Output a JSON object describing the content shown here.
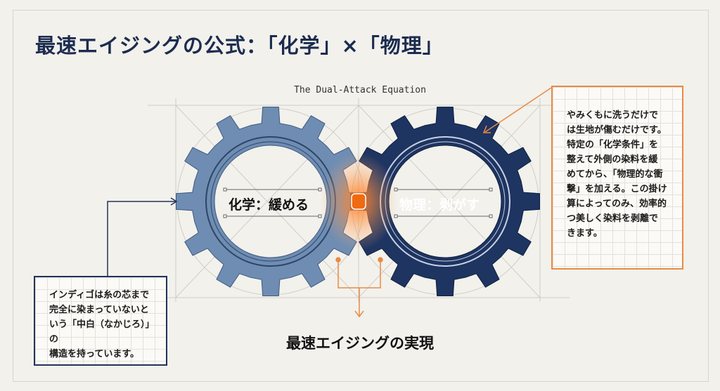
{
  "title": "最速エイジングの公式：「化学」×「物理」",
  "subtitle": "The Dual-Attack Equation",
  "gears": {
    "left_label": "化学：緩める",
    "right_label": "物理：剥がす",
    "left_color": "#6f8db2",
    "right_color": "#1e3461",
    "accent": "#f07a2a"
  },
  "notes": {
    "right": "やみくもに洗うだけで\nは生地が傷むだけです。\n特定の「化学条件」を\n整えて外側の染料を緩\nめてから、「物理的な衝\n撃」を加える。この掛け\n算によってのみ、効率的\nつ美しく染料を剥離で\nきます。",
    "left": "インディゴは糸の芯まで\n完全に染まっていないと\nいう「中白（なかじろ）」の\n構造を持っています。"
  },
  "result": "最速エイジングの実現"
}
